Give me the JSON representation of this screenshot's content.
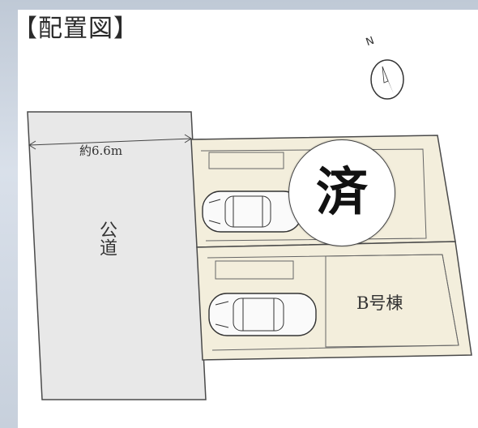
{
  "title": "【配置図】",
  "compass": {
    "north_label": "N"
  },
  "road": {
    "label": "公道",
    "width_label": "約6.6m"
  },
  "lots": {
    "a_status_badge": "済",
    "b_label": "B号棟"
  },
  "colors": {
    "lot_fill": "#f3eedc",
    "road_fill": "#e8e8e8",
    "outline": "#4a4a4a"
  }
}
